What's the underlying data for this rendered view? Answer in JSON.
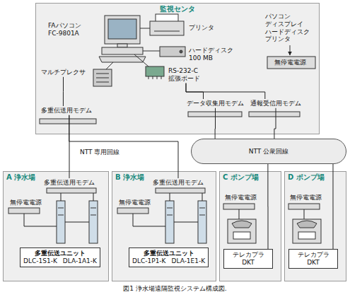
{
  "diagram": {
    "caption": "図1 浄水場遠隔監視システム構成図.",
    "nodes": [
      {
        "text": [
          "監視センタ"
        ]
      },
      {
        "text": [
          "FAパソコン FC-9801A"
        ],
        "in": 0
      },
      {
        "text": [
          "マルチプレクサ"
        ],
        "in": 0
      },
      {
        "text": [
          "RS-232-C 拡張ボード"
        ],
        "in": 0
      },
      {
        "text": [
          "多重伝送用モデム"
        ],
        "in": 0
      },
      {
        "text": [
          "データ収集用モデム"
        ],
        "in": 0
      },
      {
        "text": [
          "通報受信用モデム"
        ],
        "in": 0
      },
      {
        "text": [
          "無停電電源"
        ],
        "in": 0
      },
      {
        "text": [
          "NTT 公衆回線"
        ]
      },
      {
        "text": [
          "A 浄水場"
        ]
      },
      {
        "text": [
          "多重伝送用モデム"
        ],
        "in": 9
      },
      {
        "text": [
          "無停電電源"
        ],
        "in": 9
      },
      {
        "text": [
          "多重伝送ユニット",
          "DLC-1S1-K",
          "DLA-1A1-K"
        ],
        "in": 9
      },
      {
        "text": [
          "B 浄水場"
        ]
      },
      {
        "text": [
          "多重伝送用モデム"
        ],
        "in": 13
      },
      {
        "text": [
          "無停電電源"
        ],
        "in": 13
      },
      {
        "text": [
          "多重伝送ユニット",
          "DLC-1P1-K",
          "DLA-1E1-K"
        ],
        "in": 13
      },
      {
        "text": [
          "C ポンプ場"
        ]
      },
      {
        "text": [
          "無停電電源"
        ],
        "in": 17
      },
      {
        "text": [
          "テレカプラ DKT"
        ],
        "in": 17
      },
      {
        "text": [
          "D ポンプ場"
        ]
      },
      {
        "text": [
          "無停電電源"
        ],
        "in": 20
      },
      {
        "text": [
          "テレカプラ DKT"
        ],
        "in": 20
      }
    ],
    "edges": [
      {
        "from": 2,
        "to": 4,
        "arrow": "none"
      },
      {
        "from": 3,
        "to": 5,
        "arrow": "none"
      },
      {
        "from": 3,
        "to": 6,
        "arrow": "none"
      },
      {
        "from": 4,
        "to": 10,
        "arrow": "none"
      },
      {
        "from": 4,
        "to": 14,
        "arrow": "none"
      },
      {
        "from": 5,
        "to": 8,
        "arrow": "none"
      },
      {
        "from": 6,
        "to": 8,
        "arrow": "none"
      },
      {
        "from": 8,
        "to": 19,
        "arrow": "none"
      },
      {
        "from": 8,
        "to": 22,
        "arrow": "none"
      }
    ],
    "labels": [
      "プリンタ",
      "ハードディスク 100 MB",
      "パソコン ディスプレイ ハードディスク プリンタ",
      "NTT 専用回線"
    ]
  }
}
